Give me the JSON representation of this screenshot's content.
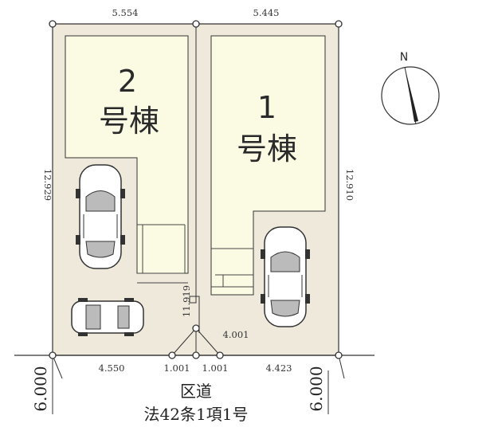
{
  "plan": {
    "lot_colors": {
      "ground": "#EFE9DC",
      "building": "#FBFBE3",
      "line": "#333333",
      "road_line": "#9a9a9a"
    },
    "dimensions": {
      "top_left": "5.554",
      "top_right": "5.445",
      "left_side": "12.929",
      "right_side": "12.910",
      "center_line": "11.919",
      "diag": "4.001",
      "bottom_left": "4.550",
      "bottom_mid_left": "1.001",
      "bottom_mid_right": "1.001",
      "bottom_right": "4.423",
      "road_width_left": "6.000",
      "road_width_right": "6.000"
    },
    "buildings": [
      {
        "number": "2",
        "label": "号棟"
      },
      {
        "number": "1",
        "label": "号棟"
      }
    ],
    "road": {
      "name": "区道",
      "legal": "法42条1項1号"
    },
    "compass": {
      "label": "N",
      "icon": "north-arrow-icon"
    }
  }
}
